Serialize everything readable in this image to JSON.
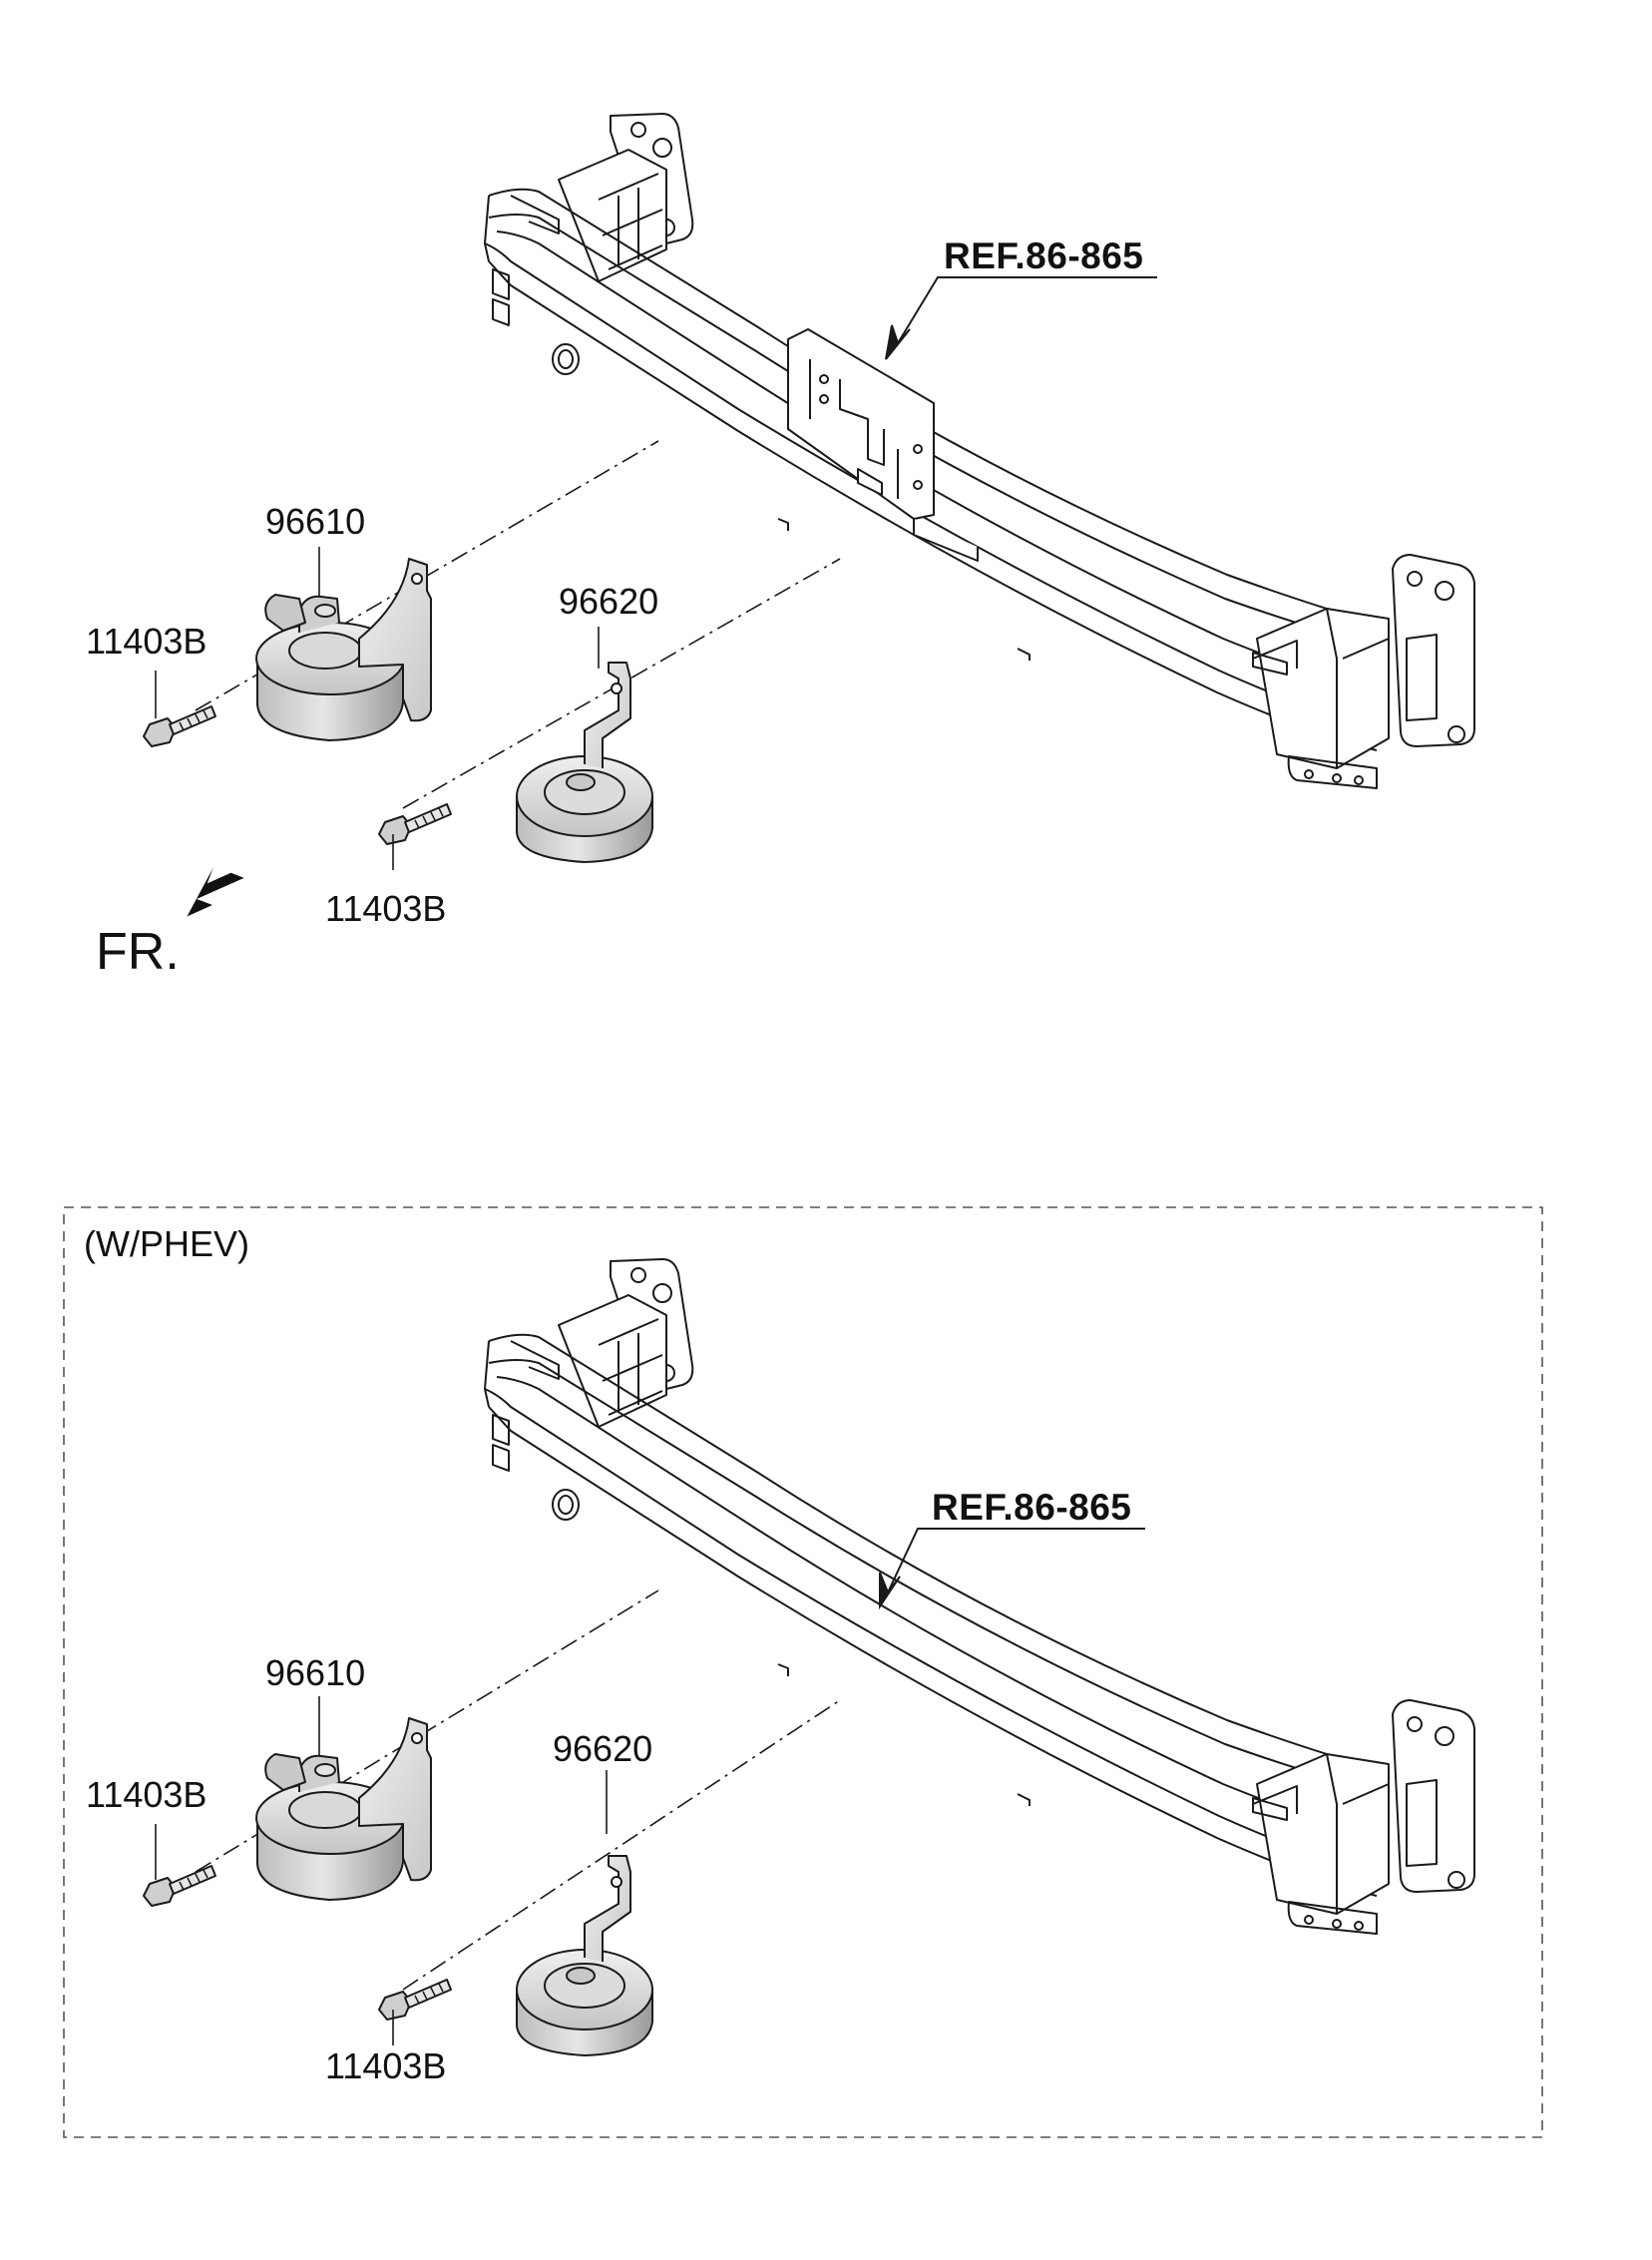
{
  "diagram": {
    "upper": {
      "ref_label": "REF.86-865",
      "horn_left_part": "96610",
      "horn_right_part": "96620",
      "bolt_left_part": "11403B",
      "bolt_right_part": "11403B",
      "front_indicator": "FR."
    },
    "lower": {
      "variant_label": "(W/PHEV)",
      "ref_label": "REF.86-865",
      "horn_left_part": "96610",
      "horn_right_part": "96620",
      "bolt_left_part": "11403B",
      "bolt_right_part": "11403B"
    }
  },
  "colors": {
    "line": "#1a1a1a",
    "horn_body": "#d6d6d6",
    "horn_shade": "#a8a8a8",
    "bracket": "#e4e4e4"
  }
}
